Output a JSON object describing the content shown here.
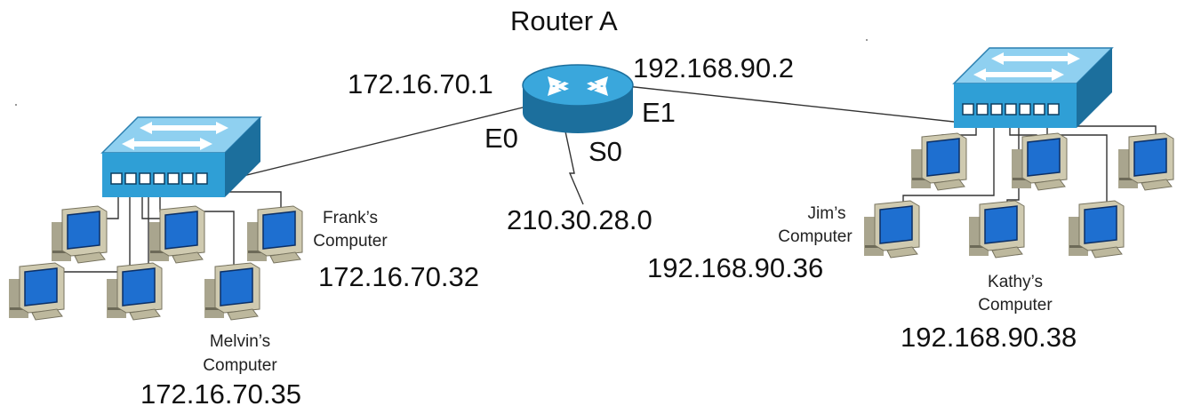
{
  "router": {
    "title": "Router A",
    "e0_ip": "172.16.70.1",
    "e1_ip": "192.168.90.2",
    "e0_label": "E0",
    "e1_label": "E1",
    "s0_label": "S0",
    "serial_network": "210.30.28.0"
  },
  "left_lan": {
    "frank": {
      "name": "Frank’s",
      "suffix": "Computer",
      "ip": "172.16.70.32"
    },
    "melvin": {
      "name": "Melvin’s",
      "suffix": "Computer",
      "ip": "172.16.70.35"
    }
  },
  "right_lan": {
    "jim": {
      "name": "Jim’s",
      "suffix": "Computer",
      "ip": "192.168.90.36"
    },
    "kathy": {
      "name": "Kathy’s",
      "suffix": "Computer",
      "ip": "192.168.90.38"
    }
  },
  "colors": {
    "device_blue": "#2f9fd6",
    "device_dark": "#1c6f9d",
    "monitor_screen": "#1e6fd0",
    "computer_case": "#c8c3aa",
    "line": "#333333"
  }
}
